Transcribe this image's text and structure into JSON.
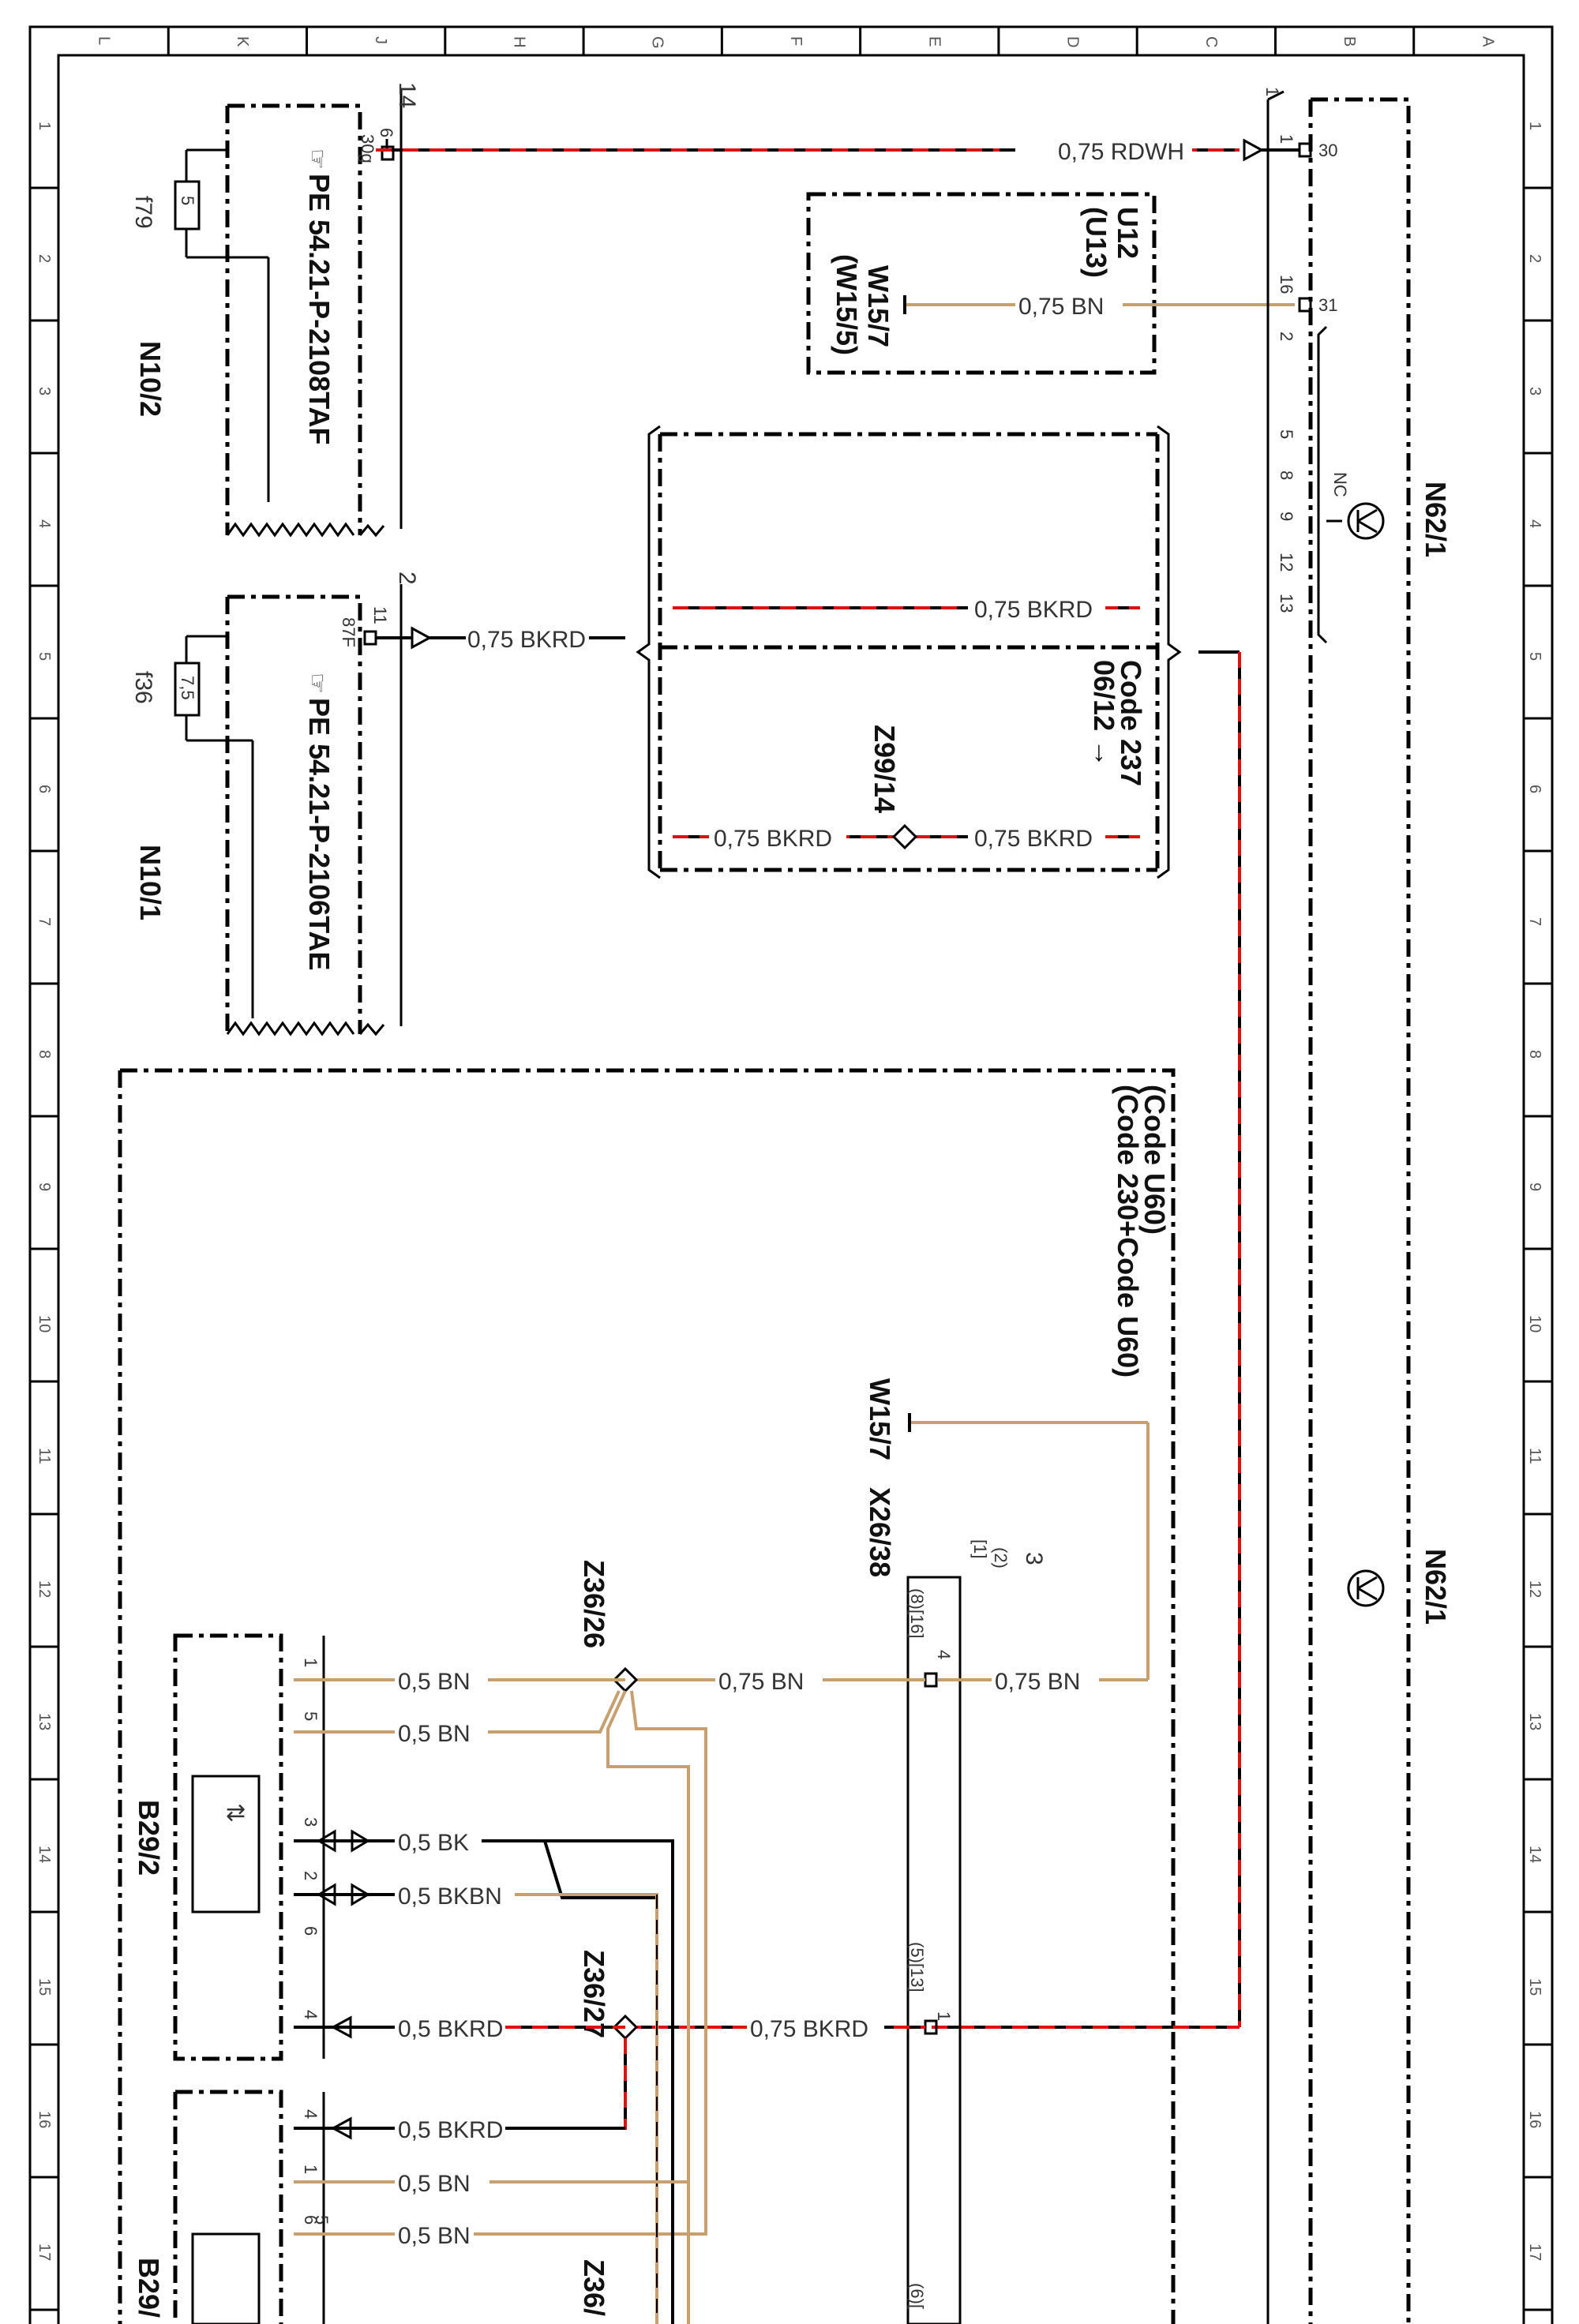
{
  "border": {
    "columns": [
      "L",
      "K",
      "J",
      "H",
      "G",
      "F",
      "E",
      "D",
      "C",
      "B",
      "A"
    ],
    "rows": [
      "1",
      "2",
      "3",
      "4",
      "5",
      "6",
      "7",
      "8",
      "9",
      "10",
      "11",
      "12",
      "13",
      "14",
      "15",
      "16",
      "17"
    ]
  },
  "components": {
    "n10_2": {
      "id": "N10/2",
      "ref": "PE 54.21-P-2108TAF",
      "fuse": "f79",
      "fuse_rating": "5",
      "pin_term": "30g",
      "pin": "6",
      "pin_index": "14"
    },
    "n10_1": {
      "id": "N10/1",
      "ref": "PE 54.21-P-2106TAE",
      "fuse": "f36",
      "fuse_rating": "7,5",
      "pin_term": "87F",
      "pin": "11",
      "pin_index": "2"
    },
    "n62_1_top": {
      "id": "N62/1",
      "pins": [
        "1",
        "16",
        "2",
        "5",
        "8",
        "9",
        "12",
        "13"
      ],
      "term_30": "30",
      "term_31": "31",
      "nc": "NC",
      "conn": "1"
    },
    "n62_1_bottom": {
      "id": "N62/1"
    },
    "w15_box": {
      "line1": "U12",
      "line2": "(U13)",
      "line3": "W15/7",
      "line4": "(W15/5)"
    },
    "code237": {
      "line1": "Code 237",
      "line2": "06/12 →"
    },
    "z99_14": {
      "id": "Z99/14"
    },
    "code_u60": {
      "line1": "(Code U60)",
      "line2": "(Code 230+Code U60)"
    },
    "w15_7": {
      "id": "W15/7"
    },
    "x26_38": {
      "id": "X26/38",
      "pin_a": "(2)",
      "pin_b": "[1]",
      "pin_c": "3",
      "pin_d": "(8)[16]",
      "pin_d2": "4",
      "pin_e": "(5)[13]",
      "pin_e2": "1",
      "pin_f": "(6)["
    },
    "z36_26": {
      "id": "Z36/26"
    },
    "z36_27": {
      "id": "Z36/27"
    },
    "z36_x": {
      "id": "Z36/"
    },
    "b29_2": {
      "id": "B29/2",
      "pins": [
        "1",
        "5",
        "3",
        "2",
        "6",
        "4"
      ]
    },
    "b29_x": {
      "id": "B29/",
      "pins": [
        "4",
        "1",
        "6",
        "5"
      ]
    }
  },
  "wires": {
    "w_rdwh": "0,75 RDWH",
    "w_bn_top": "0,75 BN",
    "w_bkrd_n10": "0,75 BKRD",
    "w_bkrd_upper": "0,75 BKRD",
    "w_bkrd_low_left": "0,75 BKRD",
    "w_bkrd_low_right": "0,75 BKRD",
    "w_bn_x26_right": "0,75 BN",
    "w_bn_x26_left": "0,75 BN",
    "w_bkrd_x26": "0,75 BKRD",
    "w_05_bn_1": "0,5 BN",
    "w_05_bn_5": "0,5 BN",
    "w_05_bk": "0,5 BK",
    "w_05_bkbn": "0,5 BKBN",
    "w_05_bkrd_4": "0,5 BKRD",
    "w_05_bkrd_b": "0,5 BKRD",
    "w_05_bn_b1": "0,5 BN",
    "w_05_bn_b2": "0,5 BN"
  },
  "colors": {
    "BK": "#000000",
    "RD": "#e01010",
    "BN": "#c8a070"
  }
}
